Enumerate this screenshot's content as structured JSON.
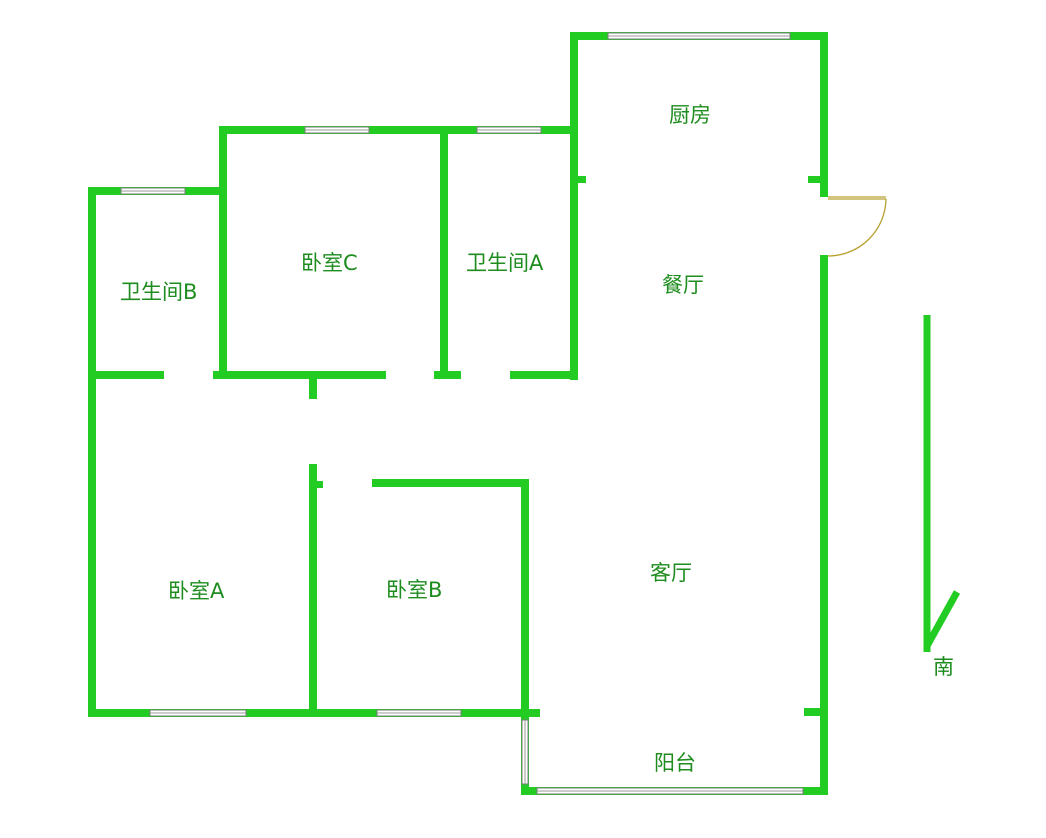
{
  "rooms": {
    "kitchen": "厨房",
    "dining": "餐厅",
    "living": "客厅",
    "balcony": "阳台",
    "bathroom_a": "卫生间A",
    "bathroom_b": "卫生间B",
    "bedroom_a": "卧室A",
    "bedroom_b": "卧室B",
    "bedroom_c": "卧室C"
  },
  "compass": {
    "label": "南",
    "icon": "south-arrow-icon"
  },
  "colors": {
    "wall": "#22cc22",
    "label": "#1e8c1e",
    "door": "#b8a030"
  }
}
